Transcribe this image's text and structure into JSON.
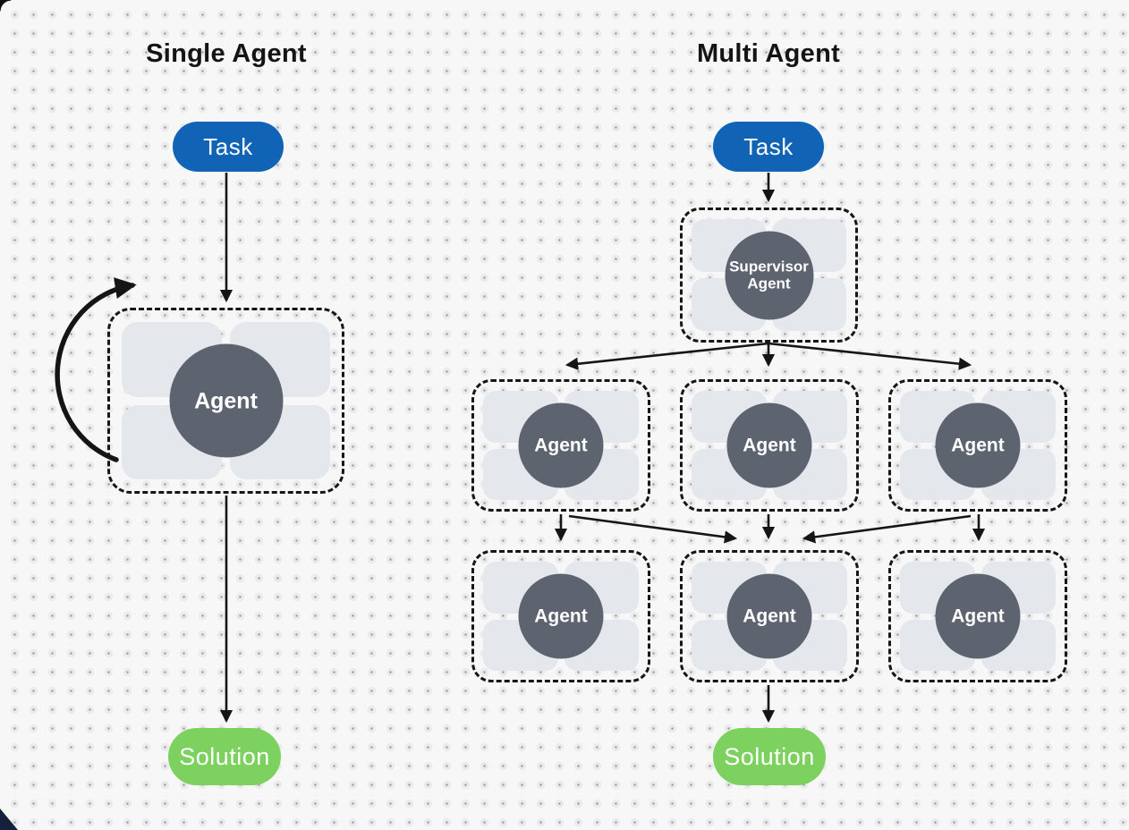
{
  "titles": {
    "single": "Single Agent",
    "multi": "Multi Agent"
  },
  "single": {
    "task": "Task",
    "agent": "Agent",
    "solution": "Solution"
  },
  "multi": {
    "task": "Task",
    "supervisor": "Supervisor Agent",
    "agents": [
      {
        "label": "Agent"
      },
      {
        "label": "Agent"
      },
      {
        "label": "Agent"
      },
      {
        "label": "Agent"
      },
      {
        "label": "Agent"
      },
      {
        "label": "Agent"
      }
    ],
    "solution": "Solution"
  },
  "colors": {
    "task_pill": "#1164b5",
    "solution_pill": "#7cd15f",
    "agent_circle": "#5d6470",
    "placeholder_card": "#e4e7ec",
    "connector": "#151515",
    "canvas_background": "#f7f7f8"
  }
}
